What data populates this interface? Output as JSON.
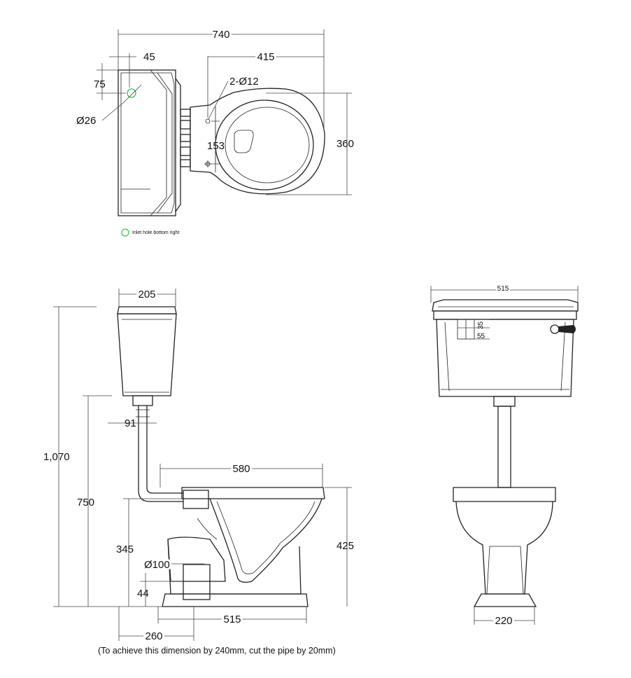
{
  "top_view": {
    "dims": {
      "overall_width": "740",
      "tank_offset": "45",
      "bowl_length": "415",
      "seat_hole_label": "2-Ø12",
      "inlet_from_back": "75",
      "inlet_diameter": "Ø26",
      "hole_spacing": "153",
      "bowl_width": "360"
    },
    "legend": {
      "label": "Inlet hole bottom right",
      "color": "#35c24a"
    }
  },
  "side_view": {
    "dims": {
      "cistern_depth": "205",
      "overall_height": "1,070",
      "cistern_height": "750",
      "pipe_offset": "91",
      "pan_projection": "580",
      "pan_inlet_height": "345",
      "pan_height": "425",
      "outlet_diameter": "Ø100",
      "outlet_height": "44",
      "outlet_centre": "515",
      "wall_to_outlet": "260"
    },
    "note": "(To achieve this dimension by 240mm, cut the pipe by 20mm)"
  },
  "front_view": {
    "dims": {
      "cistern_width": "515",
      "inlet_height_a": "35",
      "inlet_height_b": "55",
      "pan_base_width": "220"
    }
  }
}
